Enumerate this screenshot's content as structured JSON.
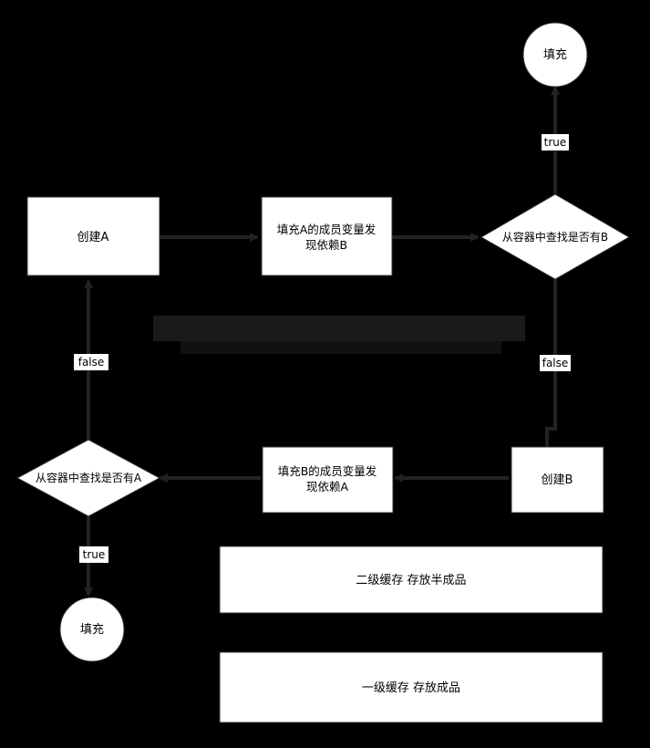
{
  "nodes": {
    "create_a": "创建A",
    "fill_a_line1": "填充A的成员变量发",
    "fill_a_line2": "现依赖B",
    "find_b": "从容器中查找是否有B",
    "fill_top": "填充",
    "create_b": "创建B",
    "fill_b_line1": "填充B的成员变量发",
    "fill_b_line2": "现依赖A",
    "find_a": "从容器中查找是否有A",
    "fill_bottom": "填充",
    "level2_cache": "二级缓存 存放半成品",
    "level1_cache": "一级缓存 存放成品"
  },
  "edge_labels": {
    "true_top": "true",
    "false_right": "false",
    "false_left": "false",
    "true_bottom": "true"
  },
  "colors": {
    "background": "#000000",
    "node_fill": "#ffffff",
    "node_stroke": "#333333",
    "edge": "#222222",
    "text": "#000000"
  }
}
